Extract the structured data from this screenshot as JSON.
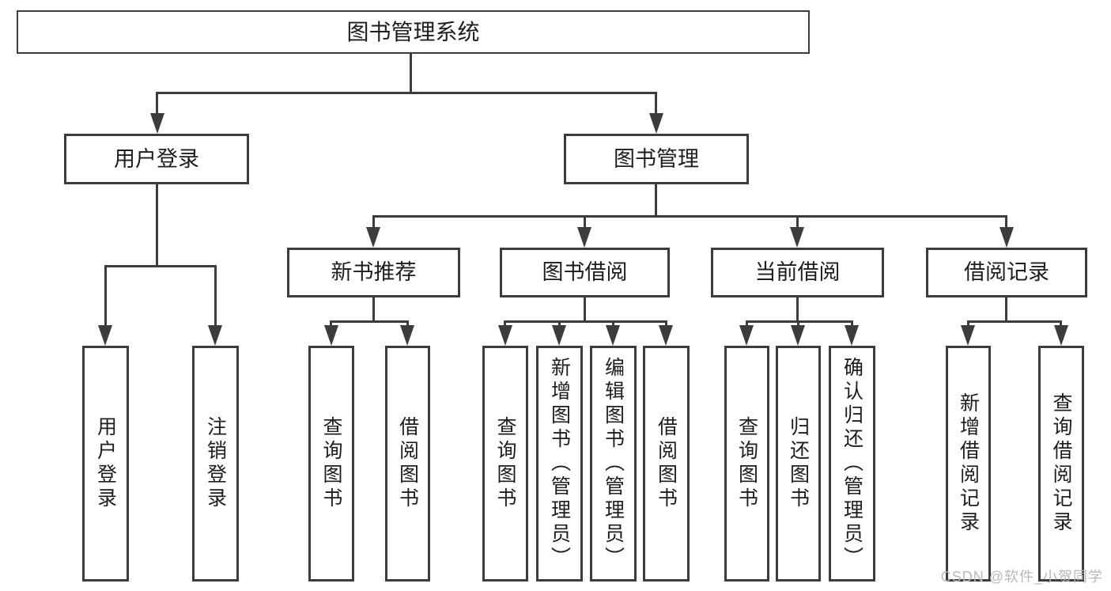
{
  "diagram": {
    "title": "图书管理系统",
    "branches": [
      {
        "label": "用户登录",
        "children": [
          {
            "label": "用户登录"
          },
          {
            "label": "注销登录"
          }
        ]
      },
      {
        "label": "图书管理",
        "children": [
          {
            "label": "新书推荐",
            "children": [
              {
                "label": "查询图书"
              },
              {
                "label": "借阅图书"
              }
            ]
          },
          {
            "label": "图书借阅",
            "children": [
              {
                "label": "查询图书"
              },
              {
                "label": "新增图书（管理员）"
              },
              {
                "label": "编辑图书（管理员）"
              },
              {
                "label": "借阅图书"
              }
            ]
          },
          {
            "label": "当前借阅",
            "children": [
              {
                "label": "查询图书"
              },
              {
                "label": "归还图书"
              },
              {
                "label": "确认归还（管理员）"
              }
            ]
          },
          {
            "label": "借阅记录",
            "children": [
              {
                "label": "新增借阅记录"
              },
              {
                "label": "查询借阅记录"
              }
            ]
          }
        ]
      }
    ]
  },
  "watermark": {
    "text": "CSDN @软件_小贺同学"
  },
  "colors": {
    "line": "#3c3c3c",
    "text": "#1d1d1d",
    "watermark": "#b9b9b9",
    "background": "#ffffff"
  }
}
